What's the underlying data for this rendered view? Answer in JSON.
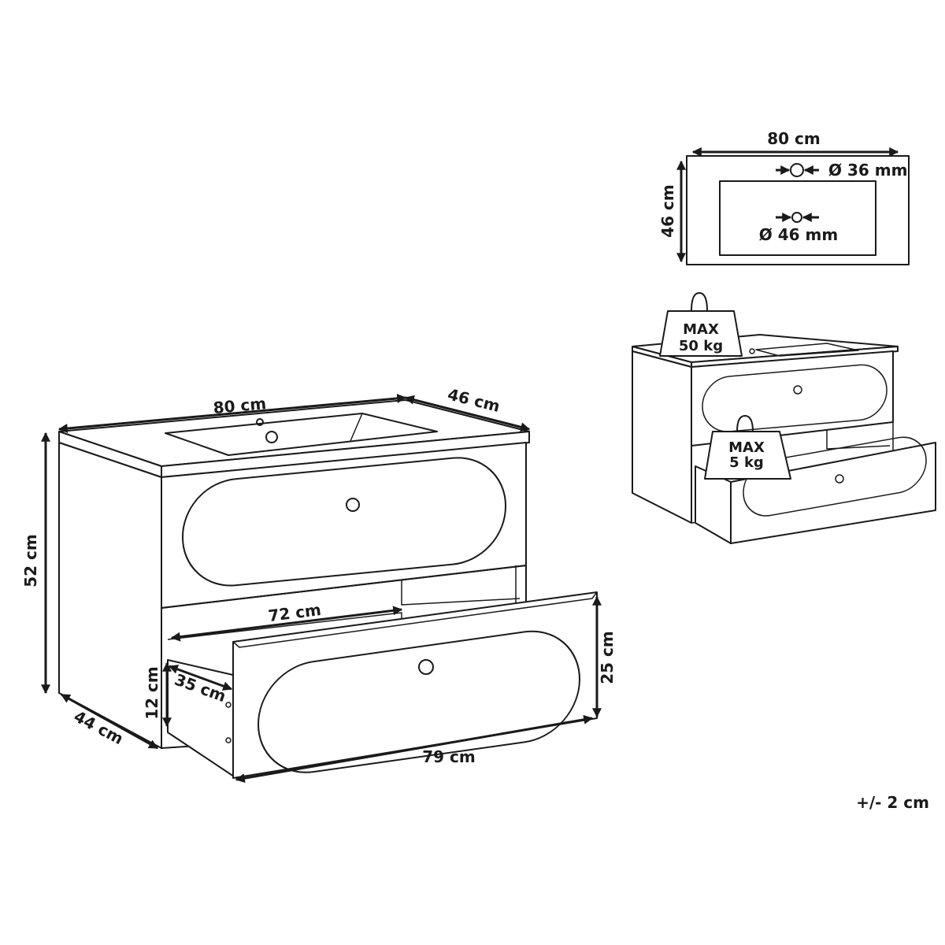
{
  "main_view": {
    "width_label": "80 cm",
    "depth_label": "46 cm",
    "height_label": "52 cm",
    "bottom_depth_label": "44 cm",
    "drawer_inner_width_label": "72 cm",
    "drawer_inner_depth_label": "35 cm",
    "drawer_inner_height_label": "12 cm",
    "drawer_height_label": "25 cm",
    "drawer_width_label": "79 cm"
  },
  "top_view": {
    "width_label": "80 cm",
    "depth_label": "46 cm",
    "tap_hole_label": "Ø 36 mm",
    "drain_hole_label": "Ø 46 mm"
  },
  "load_view": {
    "top_load_label_line1": "MAX",
    "top_load_label_line2": "50 kg",
    "drawer_load_label_line1": "MAX",
    "drawer_load_label_line2": "5 kg"
  },
  "tolerance_label": "+/- 2 cm"
}
